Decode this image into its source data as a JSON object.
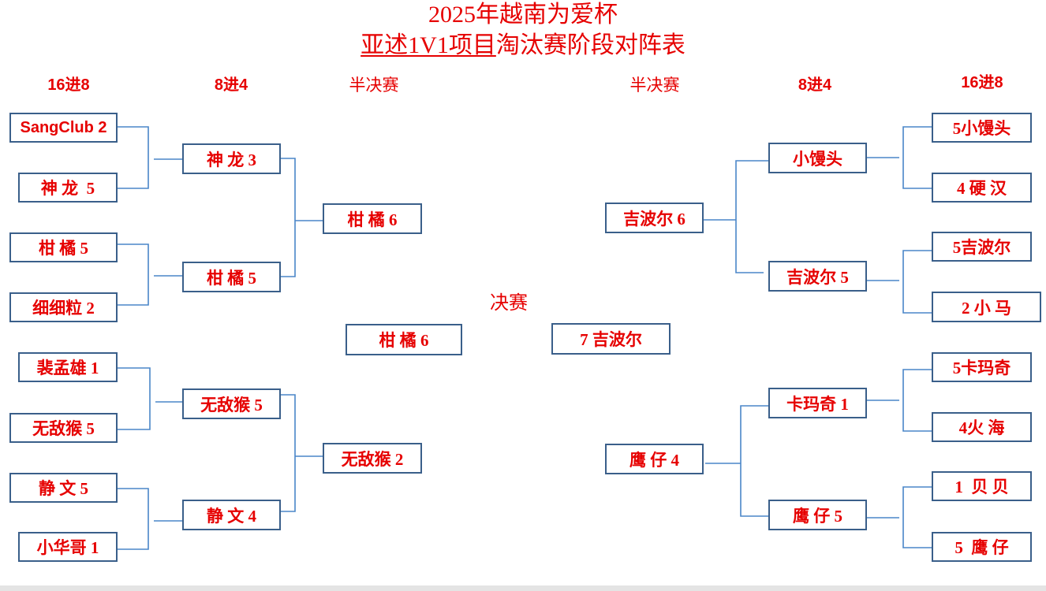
{
  "title_line1": "2025年越南为爱杯",
  "title_line2_underlined": "亚述1V1项目",
  "title_line2_rest": "淘汰赛阶段对阵表",
  "headers": {
    "left_r16": "16进8",
    "left_qf": "8进4",
    "left_sf": "半决赛",
    "right_sf": "半决赛",
    "right_qf": "8进4",
    "right_r16": "16进8"
  },
  "final_label": "决赛",
  "left": {
    "r16": [
      "SangClub 2",
      "神 龙  5",
      "柑 橘 5",
      "细细粒 2",
      "裴孟雄 1",
      "无敌猴 5",
      "静 文 5",
      "小华哥 1"
    ],
    "qf": [
      "神 龙 3",
      "柑 橘 5",
      "无敌猴 5",
      "静 文 4"
    ],
    "sf": [
      "柑 橘 6",
      "无敌猴 2"
    ],
    "final": "柑 橘 6"
  },
  "right": {
    "r16": [
      "5小馒头",
      "4 硬 汉",
      "5吉波尔",
      "2 小 马",
      "5卡玛奇",
      "4火 海",
      "1  贝 贝",
      "5  鹰 仔"
    ],
    "qf": [
      "小馒头",
      "吉波尔 5",
      "卡玛奇 1",
      "鹰 仔 5"
    ],
    "sf": [
      "吉波尔 6",
      "鹰 仔 4"
    ],
    "final": "7 吉波尔"
  },
  "colors": {
    "text": "#e60000",
    "box_border": "#3a5f8a",
    "connector": "#4a86c8"
  }
}
